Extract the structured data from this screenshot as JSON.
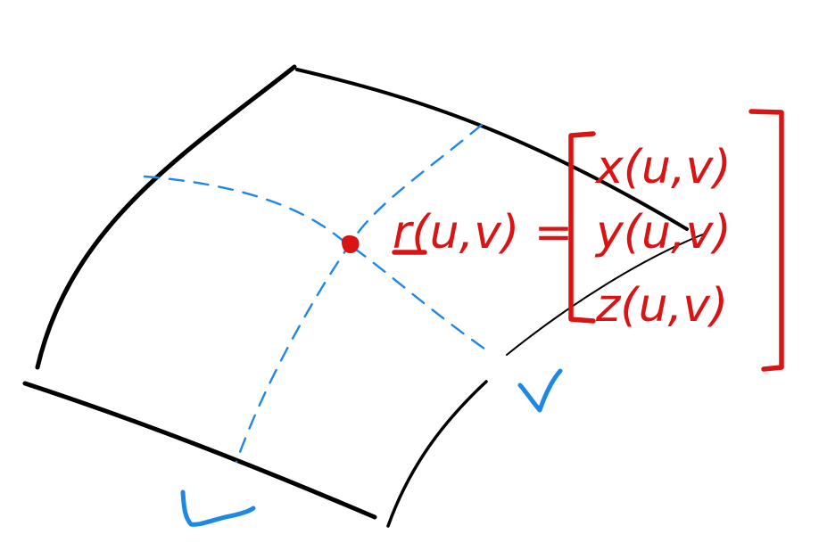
{
  "equation": {
    "lhs": "r(u,v) =",
    "components": [
      "x(u,v)",
      "y(u,v)",
      "z(u,v)"
    ]
  },
  "labels": {
    "u": "u",
    "v": "v"
  },
  "colors": {
    "edges": "#000000",
    "grid": "#1e88e5",
    "equation": "#d81414",
    "point": "#d81414"
  }
}
